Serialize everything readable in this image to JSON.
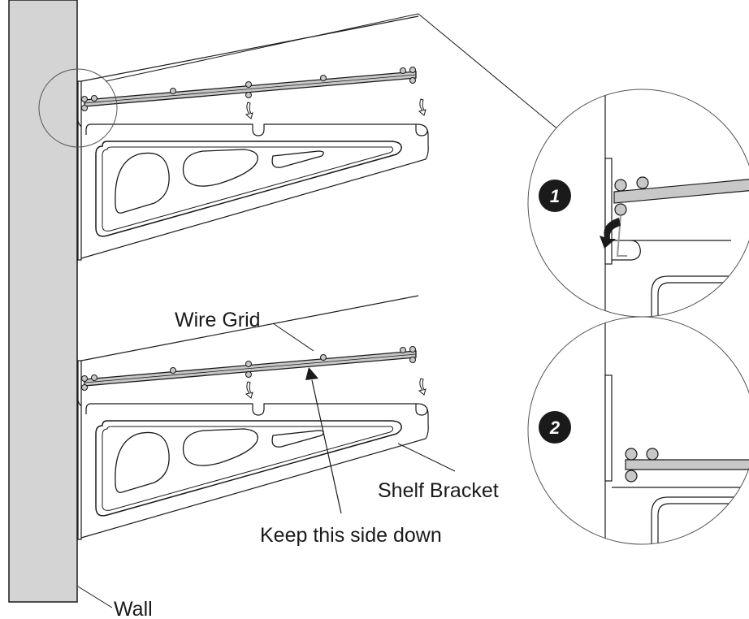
{
  "labels": {
    "wire_grid": "Wire Grid",
    "shelf_bracket": "Shelf Bracket",
    "keep_side_down": "Keep this side down",
    "wall": "Wall"
  },
  "steps": [
    {
      "number": "1"
    },
    {
      "number": "2"
    }
  ],
  "colors": {
    "wall_fill": "#d4d4d4",
    "line": "#1a1a1a",
    "bar_fill": "#c8c8c8",
    "badge": "#1a1a1a",
    "motion_arrow": "#9a9a9a"
  }
}
